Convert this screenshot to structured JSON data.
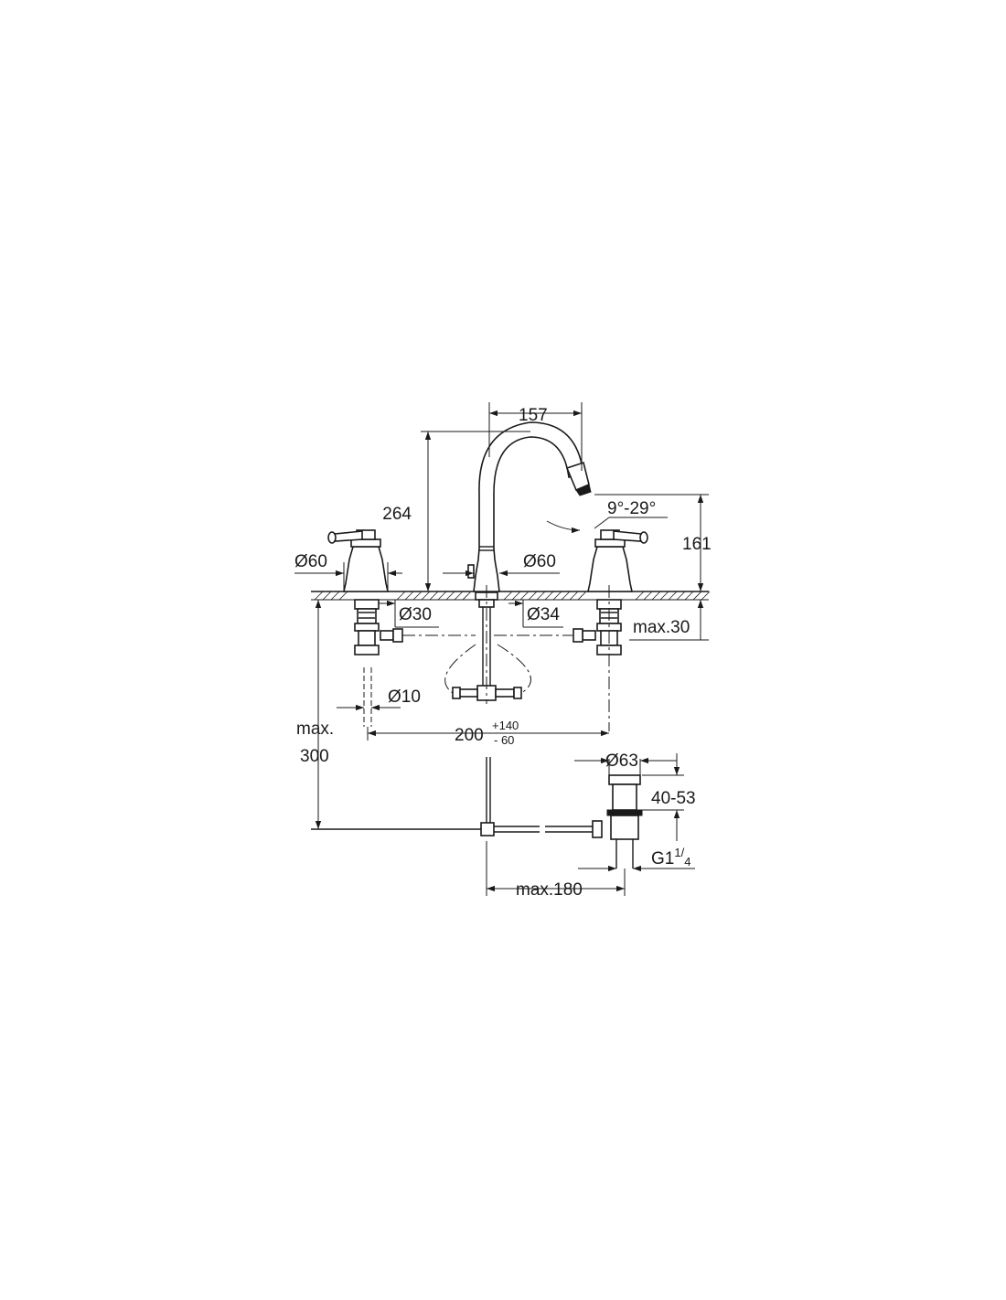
{
  "dimensions": {
    "spout_reach": "157",
    "total_height": "264",
    "spout_angle": "9°-29°",
    "outlet_height": "161",
    "handle_base_dia": "Ø60",
    "spout_base_dia": "Ø60",
    "handle_hole_dia": "Ø30",
    "spout_hole_dia": "Ø34",
    "deck_thickness": "max.30",
    "hose_dia": "Ø10",
    "spacing_nominal": "200",
    "spacing_plus": "+140",
    "spacing_minus": "- 60",
    "below_deck_label": "max.",
    "below_deck_value": "300",
    "waste_dia": "Ø63",
    "waste_range": "40-53",
    "waste_thread_base": "G1",
    "waste_thread_num": "1",
    "waste_thread_den": "4",
    "waste_reach": "max.180"
  }
}
